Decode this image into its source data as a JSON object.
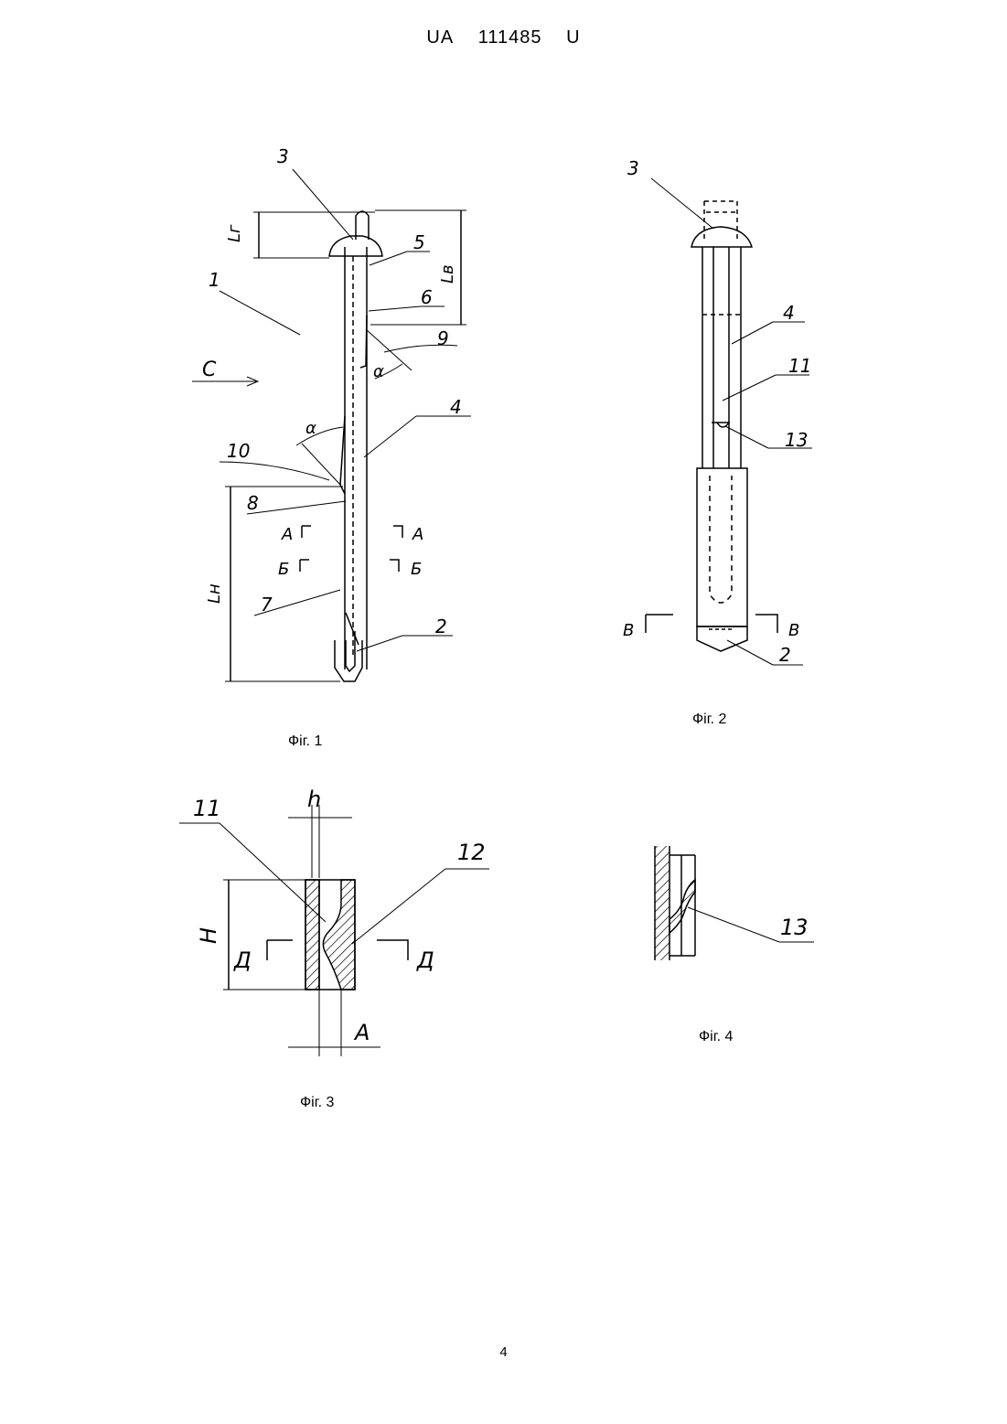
{
  "header": {
    "country": "UA",
    "number": "111485",
    "kind": "U"
  },
  "page_number": "4",
  "figures": [
    {
      "caption": "Фіг. 1",
      "labels": [
        "3",
        "1",
        "5",
        "6",
        "9",
        "C",
        "4",
        "10",
        "8",
        "7",
        "2"
      ],
      "dims": [
        "Lг",
        "Lв",
        "Lн",
        "α",
        "α"
      ],
      "sections": [
        "А",
        "А",
        "Б",
        "Б"
      ]
    },
    {
      "caption": "Фіг. 2",
      "labels": [
        "3",
        "4",
        "11",
        "13",
        "2"
      ],
      "sections": [
        "В",
        "В"
      ]
    },
    {
      "caption": "Фіг. 3",
      "labels": [
        "11",
        "12"
      ],
      "dims": [
        "h",
        "H",
        "A"
      ],
      "sections": [
        "Д",
        "Д"
      ]
    },
    {
      "caption": "Фіг. 4",
      "labels": [
        "13"
      ]
    }
  ]
}
